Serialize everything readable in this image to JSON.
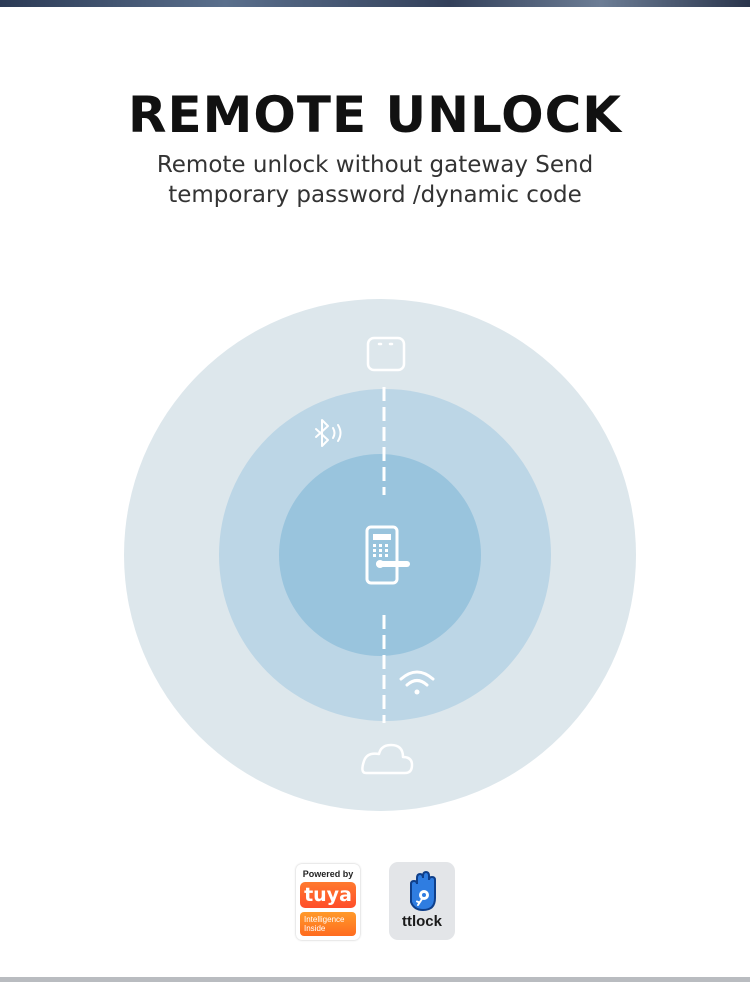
{
  "heading": {
    "title": "REMOTE UNLOCK",
    "subtitle_line1": "Remote unlock without gateway Send",
    "subtitle_line2": "temporary password /dynamic code"
  },
  "diagram": {
    "icons": [
      "gateway-icon",
      "bluetooth-icon",
      "smart-lock-icon",
      "wifi-icon",
      "cloud-icon"
    ],
    "colors": {
      "outer_ring": "#dde7ec",
      "middle_ring": "#bcd6e6",
      "inner_ring": "#99c4dd",
      "line": "#ffffff"
    }
  },
  "logos": {
    "tuya": {
      "powered_by": "Powered by",
      "brand": "tuya",
      "inside_line1": "Intelligence",
      "inside_line2": "Inside"
    },
    "ttlock": {
      "brand": "ttlock"
    }
  }
}
